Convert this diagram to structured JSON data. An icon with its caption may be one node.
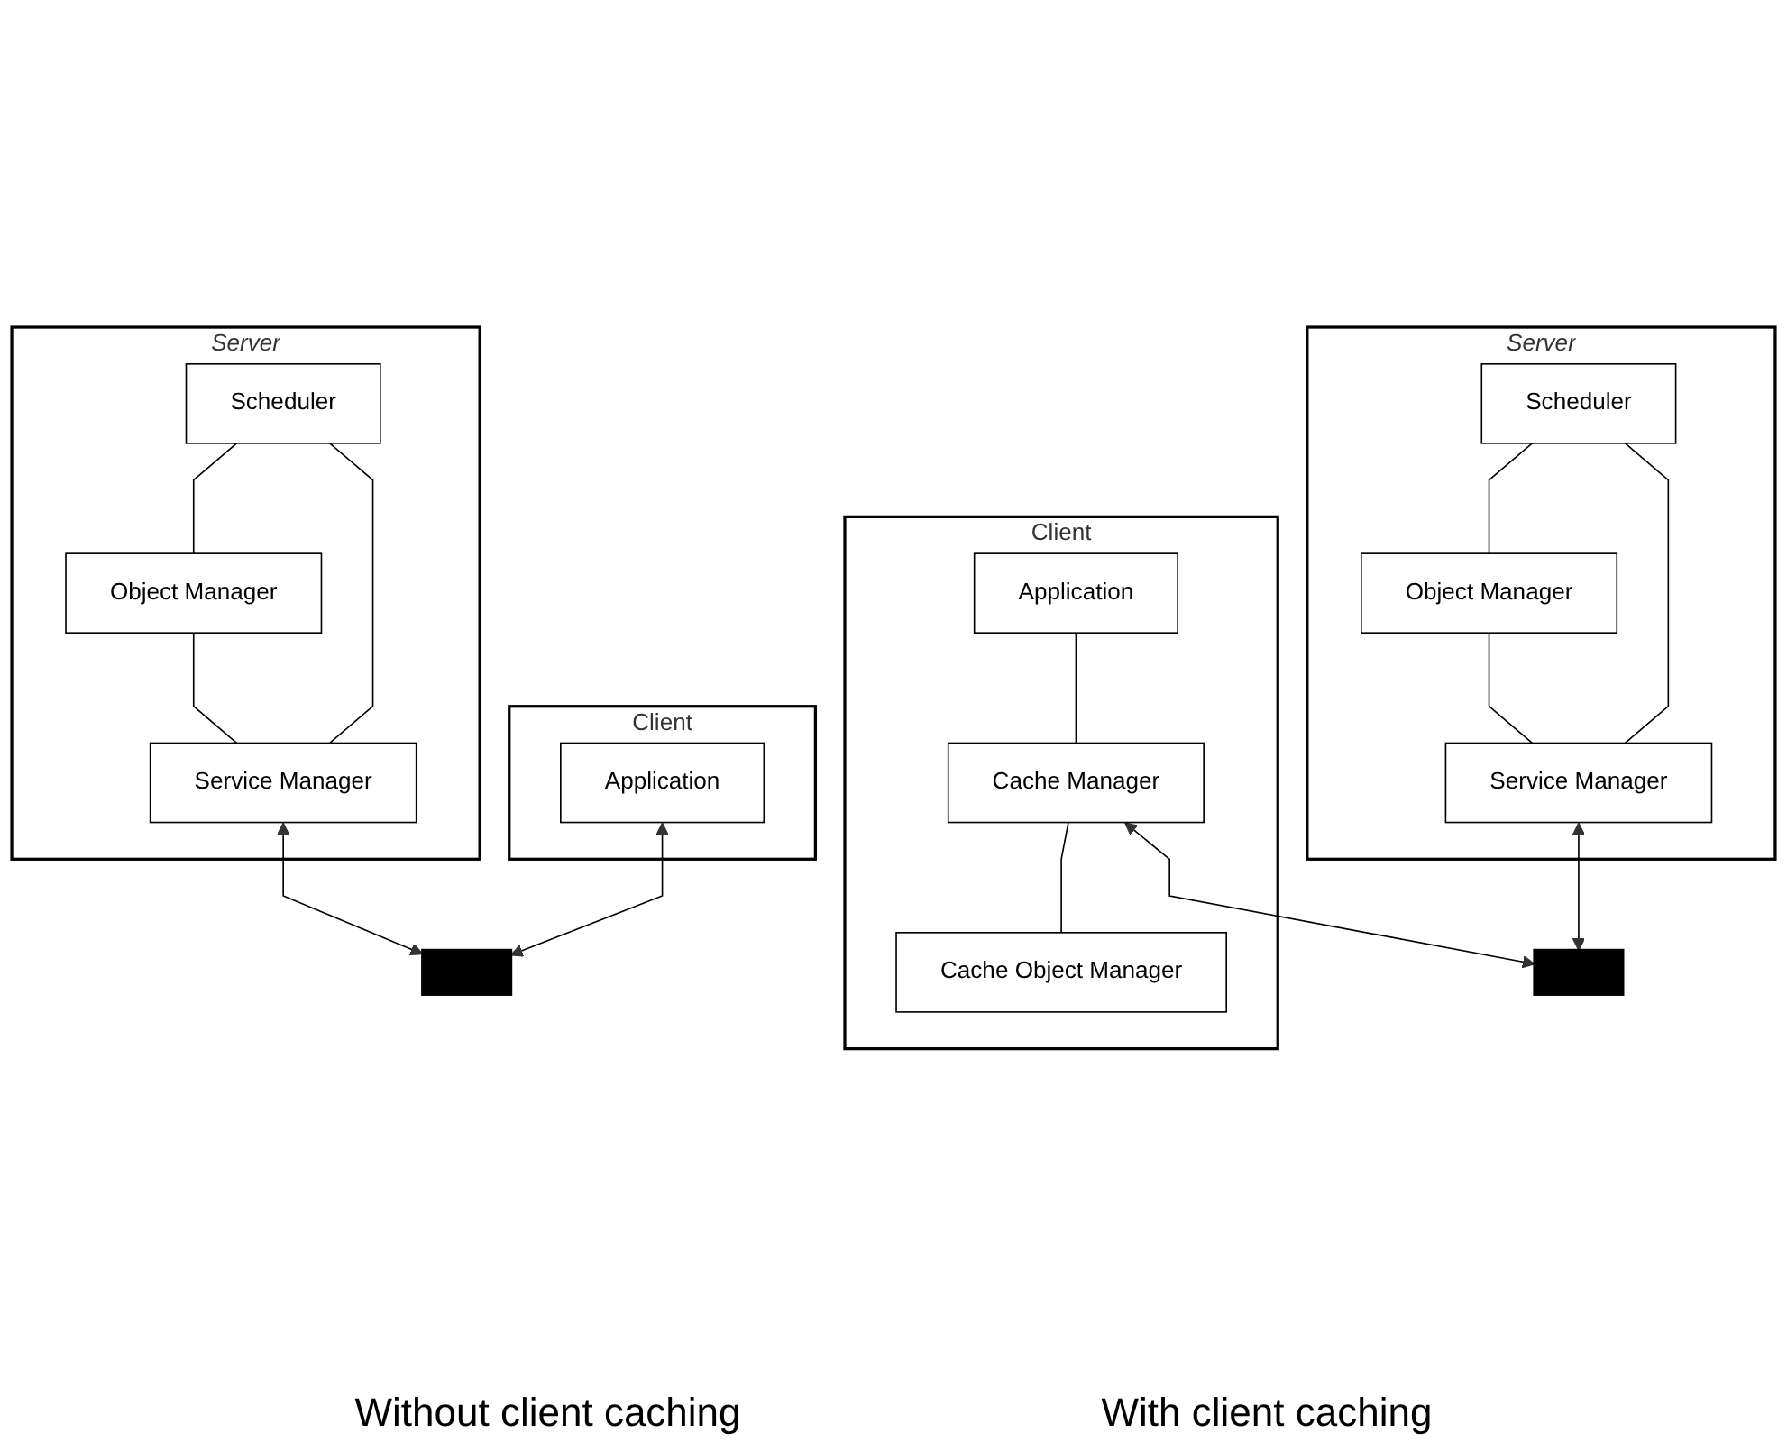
{
  "diagram": {
    "nodes": [
      {
        "text": [
          "Client"
        ]
      },
      {
        "text": [
          "Application"
        ],
        "in": 0
      },
      {
        "text": [
          "Server"
        ]
      },
      {
        "text": [
          "Scheduler"
        ],
        "in": 2
      },
      {
        "text": [
          "Object Manager"
        ],
        "in": 2
      },
      {
        "text": [
          "Service Manager"
        ],
        "in": 2
      },
      {
        "text": [],
        "shape": "bar"
      },
      {
        "text": [
          "Client"
        ]
      },
      {
        "text": [
          "Application"
        ],
        "in": 7
      },
      {
        "text": [
          "Cache Manager"
        ],
        "in": 7
      },
      {
        "text": [
          "Cache Object Manager"
        ],
        "in": 7
      },
      {
        "text": [
          "Server"
        ]
      },
      {
        "text": [
          "Scheduler"
        ],
        "in": 11
      },
      {
        "text": [
          "Object Manager"
        ],
        "in": 11
      },
      {
        "text": [
          "Service Manager"
        ],
        "in": 11
      },
      {
        "text": [],
        "shape": "bar"
      }
    ],
    "edges": [
      {
        "from": 1,
        "to": 6,
        "arrow": "both"
      },
      {
        "from": 3,
        "to": 4,
        "arrow": "none"
      },
      {
        "from": 3,
        "to": 5,
        "arrow": "none"
      },
      {
        "from": 4,
        "to": 5,
        "arrow": "none"
      },
      {
        "from": 5,
        "to": 6,
        "arrow": "both"
      },
      {
        "from": 8,
        "to": 9,
        "arrow": "none"
      },
      {
        "from": 9,
        "to": 10,
        "arrow": "none"
      },
      {
        "from": 9,
        "to": 15,
        "arrow": "both"
      },
      {
        "from": 12,
        "to": 13,
        "arrow": "none"
      },
      {
        "from": 12,
        "to": 14,
        "arrow": "none"
      },
      {
        "from": 13,
        "to": 14,
        "arrow": "none"
      },
      {
        "from": 14,
        "to": 15,
        "arrow": "both"
      }
    ],
    "labels": [
      "Without client caching",
      "With client caching"
    ]
  }
}
